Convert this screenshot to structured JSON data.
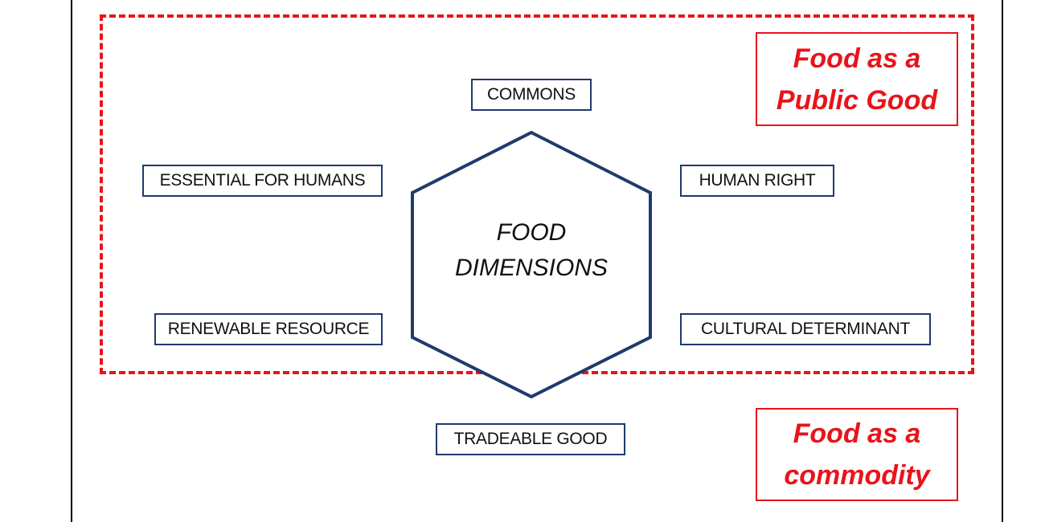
{
  "diagram": {
    "center": {
      "line1": "FOOD",
      "line2": "DIMENSIONS"
    },
    "dimensions": {
      "commons": "COMMONS",
      "essential": "ESSENTIAL FOR HUMANS",
      "human_right": "HUMAN RIGHT",
      "renewable": "RENEWABLE RESOURCE",
      "cultural": "CULTURAL DETERMINANT",
      "tradeable": "TRADEABLE GOOD"
    },
    "categories": {
      "public_good": {
        "line1": "Food as a",
        "line2": "Public Good"
      },
      "commodity": {
        "line1": "Food as a",
        "line2": "commodity"
      }
    },
    "colors": {
      "public_good_accent": "#e8141b",
      "box_border": "#1f3a6e",
      "hexagon_stroke": "#1f3a6e"
    }
  }
}
